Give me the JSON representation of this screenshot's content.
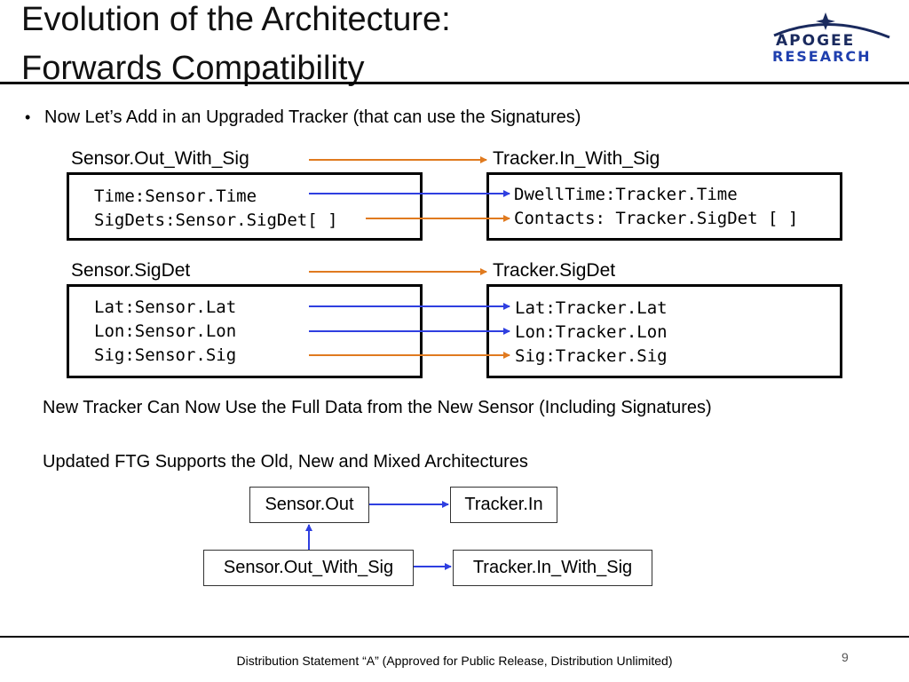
{
  "title": {
    "line1": "Evolution of the Architecture:",
    "line2": "Forwards Compatibility"
  },
  "logo": {
    "line1": "APOGEE",
    "line2": "RESEARCH"
  },
  "bullet": "Now Let’s Add in an Upgraded Tracker (that can use the Signatures)",
  "mapping1": {
    "left_label": "Sensor.Out_With_Sig",
    "right_label": "Tracker.In_With_Sig",
    "left_lines": [
      "Time:Sensor.Time",
      "SigDets:Sensor.SigDet[ ]"
    ],
    "right_lines": [
      "DwellTime:Tracker.Time",
      "Contacts: Tracker.SigDet [ ]"
    ]
  },
  "mapping2": {
    "left_label": "Sensor.SigDet",
    "right_label": "Tracker.SigDet",
    "left_lines": [
      "Lat:Sensor.Lat",
      "Lon:Sensor.Lon",
      "Sig:Sensor.Sig"
    ],
    "right_lines": [
      "Lat:Tracker.Lat",
      "Lon:Tracker.Lon",
      "Sig:Tracker.Sig"
    ]
  },
  "para1": "New Tracker Can Now Use the Full Data from the New Sensor (Including Signatures)",
  "para2": "Updated FTG Supports the Old, New and Mixed Architectures",
  "ftg": {
    "sensor_out": "Sensor.Out",
    "tracker_in": "Tracker.In",
    "sensor_out_with_sig": "Sensor.Out_With_Sig",
    "tracker_in_with_sig": "Tracker.In_With_Sig"
  },
  "colors": {
    "orange": "#e07a1f",
    "blue": "#2f3fe0"
  },
  "footer": "Distribution Statement “A” (Approved for Public Release, Distribution Unlimited)",
  "page_number": "9"
}
